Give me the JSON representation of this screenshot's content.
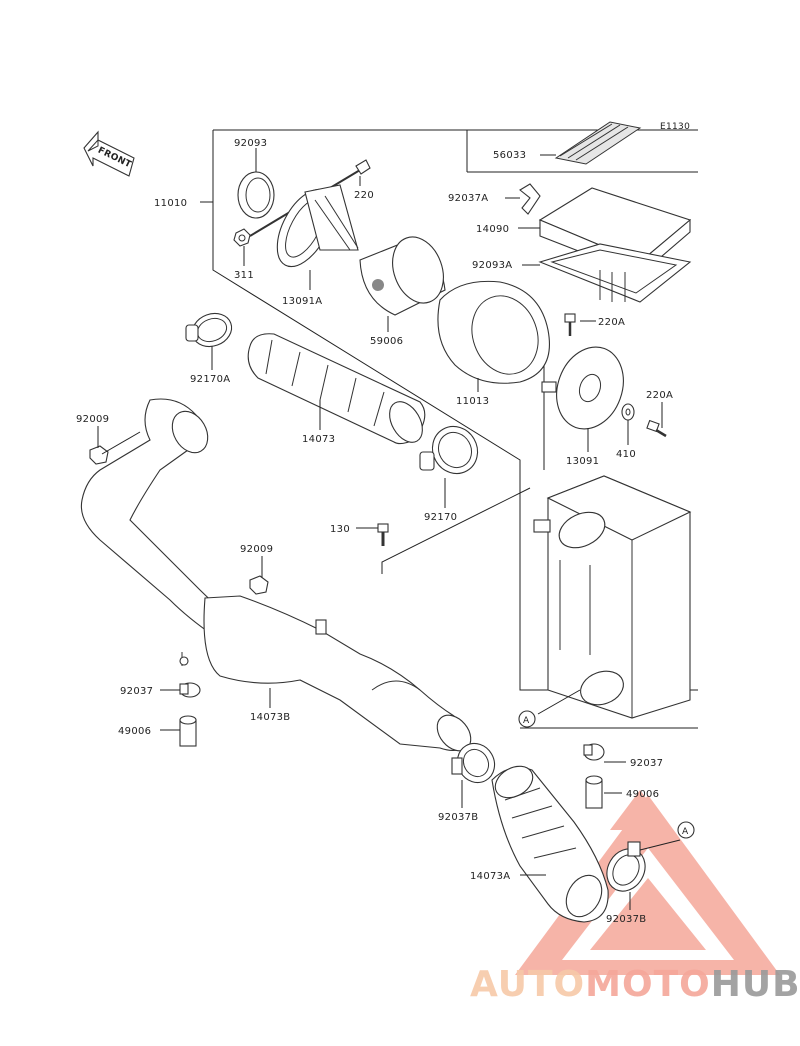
{
  "diagram_code": "E1130",
  "front_label": "FRONT",
  "ref_mark": "A",
  "parts": {
    "p92093": "92093",
    "p11010": "11010",
    "p311": "311",
    "p220": "220",
    "p13091A": "13091A",
    "p59006": "59006",
    "p56033": "56033",
    "p92037A": "92037A",
    "p14090": "14090",
    "p92093A": "92093A",
    "p220A_top": "220A",
    "p92170A": "92170A",
    "p14073": "14073",
    "p11013": "11013",
    "p92009_top": "92009",
    "p13091": "13091",
    "p410": "410",
    "p220A_right": "220A",
    "p92170": "92170",
    "p130": "130",
    "p92009_mid": "92009",
    "p92037_left": "92037",
    "p14073B": "14073B",
    "p49006_left": "49006",
    "p92037_right": "92037",
    "p49006_right": "49006",
    "p92037B_mid": "92037B",
    "p14073A": "14073A",
    "p92037B_bottom": "92037B"
  },
  "watermark": {
    "part1": "AUTO",
    "part2": "MOTO",
    "part3": "HUB",
    "color_primary": "#f5a79a",
    "color_secondary": "#f7c9a8",
    "color_dark": "#9a9a9a"
  }
}
